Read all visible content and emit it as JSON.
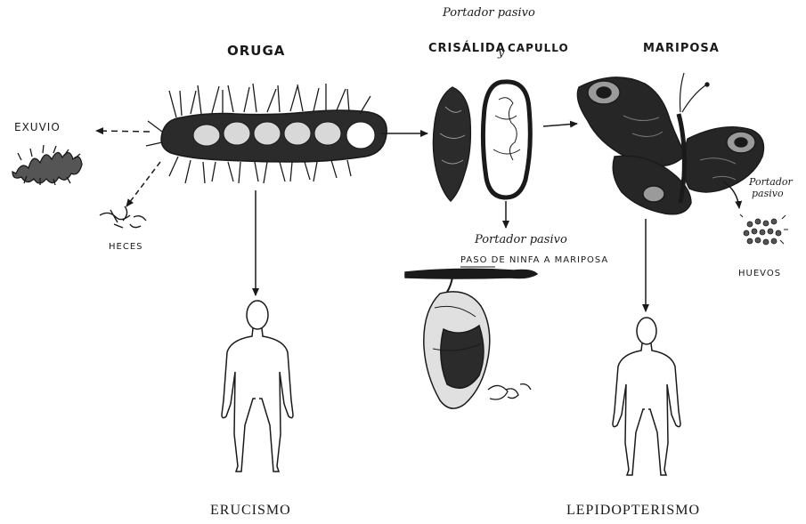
{
  "stages": {
    "caterpillar": "ORUGA",
    "chrysalis": "CRISÁLIDA",
    "chrysalis_connector": "y",
    "cocoon": "CAPULLO",
    "butterfly": "MARIPOSA"
  },
  "annotations": {
    "passive_carrier_top": "Portador pasivo",
    "passive_carrier_middle": "Portador pasivo",
    "passive_carrier_right_line1": "Portador",
    "passive_carrier_right_line2": "pasivo",
    "nymph_transition": "PASO DE NINFA A MARIPOSA"
  },
  "byproducts": {
    "exuvia": "EXUVIO",
    "feces": "HECES",
    "eggs": "HUEVOS"
  },
  "outcomes": {
    "left": "ERUCISMO",
    "right": "LEPIDOPTERISMO"
  },
  "colors": {
    "ink": "#1a1a1a",
    "background": "#ffffff"
  }
}
